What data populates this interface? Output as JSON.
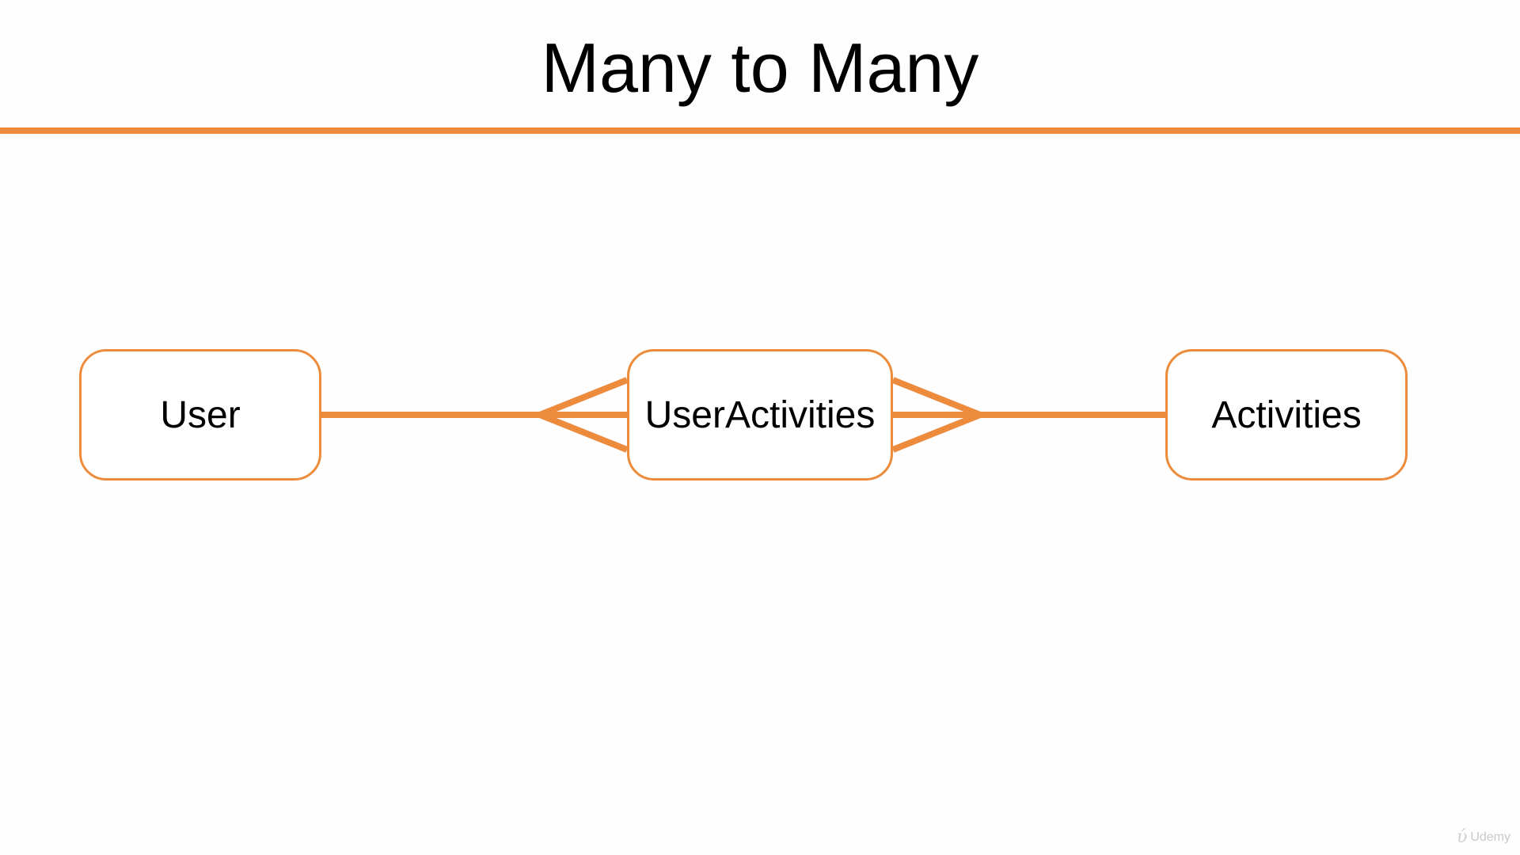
{
  "title": "Many to Many",
  "colors": {
    "accent": "#ED8B3C",
    "background": "#FEFEFE",
    "text": "#000000"
  },
  "entities": [
    {
      "id": "user",
      "label": "User"
    },
    {
      "id": "useractivities",
      "label": "UserActivities"
    },
    {
      "id": "activities",
      "label": "Activities"
    }
  ],
  "relationships": [
    {
      "from": "user",
      "to": "useractivities",
      "from_cardinality": "one",
      "to_cardinality": "many"
    },
    {
      "from": "useractivities",
      "to": "activities",
      "from_cardinality": "many",
      "to_cardinality": "one"
    }
  ],
  "watermark": {
    "logo_icon": "udemy-logo-icon",
    "text": "Udemy"
  }
}
